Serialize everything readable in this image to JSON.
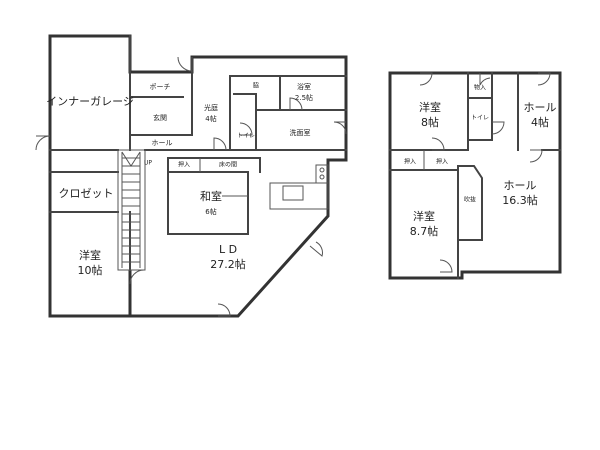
{
  "floor1": {
    "garage": "インナーガレージ",
    "porch": "ポーチ",
    "entrance": "玄関",
    "entrance_hall": "ホール",
    "light_well": "光庭",
    "light_well_size": "4帖",
    "washroom_small": "脇",
    "bath": "浴室",
    "bath_size": "2.5帖",
    "toilet": "トイレ",
    "washroom": "洗面室",
    "closet": "クロゼット",
    "stair_up": "UP",
    "oshiire": "押入",
    "tokonoma": "床の間",
    "washitsu": "和室",
    "washitsu_size": "6帖",
    "ld": "L D",
    "ld_size": "27.2帖",
    "youshitsu": "洋室",
    "youshitsu_size": "10帖"
  },
  "floor2": {
    "youshitsu_a": "洋室",
    "youshitsu_a_size": "8帖",
    "storage": "物入",
    "toilet": "トイレ",
    "hall_small": "ホール",
    "hall_small_size": "4帖",
    "oshiire_a": "押入",
    "oshiire_b": "押入",
    "stairwell": "吹抜",
    "youshitsu_b": "洋室",
    "youshitsu_b_size": "8.7帖",
    "hall_big": "ホール",
    "hall_big_size": "16.3帖"
  }
}
